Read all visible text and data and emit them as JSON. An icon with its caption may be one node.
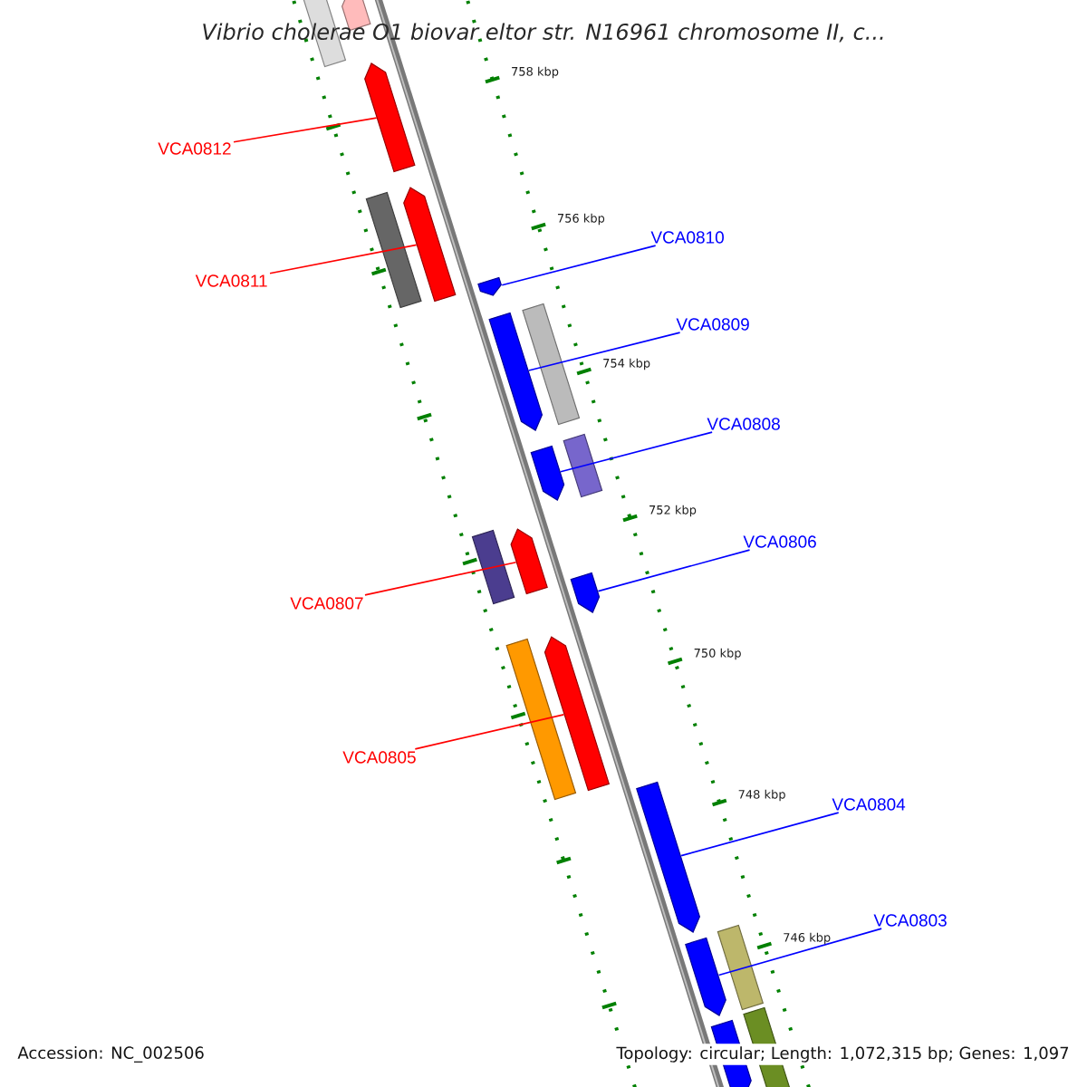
{
  "diagram": {
    "title": "Vibrio cholerae O1 biovar eltor str. N16961 chromosome II, c...",
    "nodes": [
      {
        "text": [
          "VCA0812"
        ]
      },
      {
        "text": [],
        "shape": "bar"
      },
      {
        "text": [
          "VCA0810"
        ]
      },
      {
        "text": [],
        "shape": "bar"
      },
      {
        "text": [
          "VCA0811"
        ]
      },
      {
        "text": [],
        "shape": "bar"
      },
      {
        "text": [
          "VCA0809"
        ]
      },
      {
        "text": [],
        "shape": "bar"
      },
      {
        "text": [
          "VCA0808"
        ]
      },
      {
        "text": [],
        "shape": "bar"
      },
      {
        "text": [
          "VCA0806"
        ]
      },
      {
        "text": [],
        "shape": "bar"
      },
      {
        "text": [
          "VCA0807"
        ]
      },
      {
        "text": [],
        "shape": "bar"
      },
      {
        "text": [
          "VCA0805"
        ]
      },
      {
        "text": [],
        "shape": "bar"
      },
      {
        "text": [
          "VCA0804"
        ]
      },
      {
        "text": [],
        "shape": "bar"
      },
      {
        "text": [
          "VCA0803"
        ]
      },
      {
        "text": [],
        "shape": "bar"
      },
      {
        "text": [],
        "shape": "bar"
      },
      {
        "text": [],
        "shape": "bar"
      },
      {
        "text": [],
        "shape": "bar"
      },
      {
        "text": [],
        "shape": "bar"
      },
      {
        "text": [],
        "shape": "bar"
      },
      {
        "text": [],
        "shape": "bar"
      },
      {
        "text": [],
        "shape": "bar"
      },
      {
        "text": [],
        "shape": "bar"
      },
      {
        "text": [],
        "shape": "bar"
      },
      {
        "text": [],
        "shape": "bar"
      }
    ],
    "edges": [
      {
        "from": 0,
        "to": 1,
        "arrow": "none",
        "color": "#ff0000"
      },
      {
        "from": 2,
        "to": 3,
        "arrow": "none"
      },
      {
        "from": 4,
        "to": 5,
        "arrow": "none",
        "color": "#ff0000"
      },
      {
        "from": 6,
        "to": 7,
        "arrow": "none"
      },
      {
        "from": 8,
        "to": 9,
        "arrow": "none"
      },
      {
        "from": 10,
        "to": 11,
        "arrow": "none"
      },
      {
        "from": 12,
        "to": 13,
        "arrow": "none",
        "color": "#ff0000"
      },
      {
        "from": 14,
        "to": 15,
        "arrow": "none",
        "color": "#ff0000"
      },
      {
        "from": 16,
        "to": 17,
        "arrow": "none"
      },
      {
        "from": 18,
        "to": 19,
        "arrow": "none"
      }
    ],
    "labels": [
      "758 kbp",
      "756 kbp",
      "754 kbp",
      "752 kbp",
      "750 kbp",
      "748 kbp",
      "746 kbp",
      "Accession: NC_002506",
      "Topology: circular; Length: 1,072,315 bp; Genes: 1,097"
    ]
  }
}
